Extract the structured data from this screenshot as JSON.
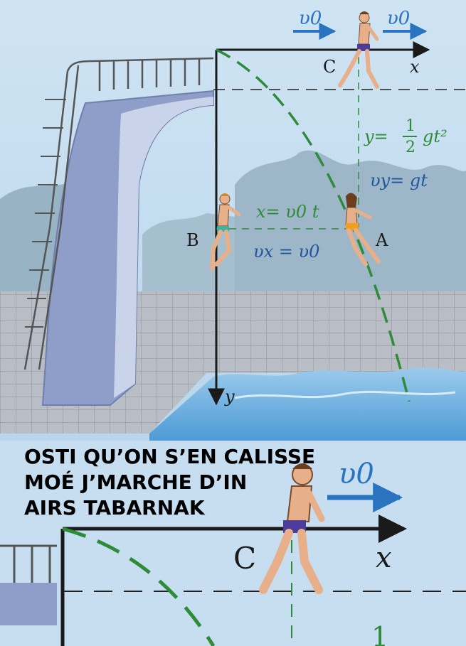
{
  "top_panel": {
    "v0_left": "υ0",
    "v0_right": "υ0",
    "point_c": "C",
    "axis_x": "x",
    "axis_y": "y",
    "point_b": "B",
    "point_a": "A",
    "eq_y_lhs": "y=",
    "eq_y_num": "1",
    "eq_y_den": "2",
    "eq_y_rhs": "gt²",
    "eq_vy": "υy= gt",
    "eq_x": "x= υ0 t",
    "eq_vx": "υx = υ0"
  },
  "caption": {
    "line1": "OSTI QU’ON S’EN CALISSE",
    "line2": "MOÉ J’MARCHE D’IN",
    "line3": "AIRS TABARNAK"
  },
  "bottom_panel": {
    "v0": "υ0",
    "point_c": "C",
    "axis_x": "x",
    "fraction_num": "1"
  },
  "colors": {
    "sky": "#c6def0",
    "velocity_blue": "#2a73bf",
    "equation_blue": "#2255a0",
    "equation_green": "#2e8b3a",
    "trajectory_green": "#2e8b3a",
    "water": "#6fb3df",
    "tower": "#8e9ec8"
  }
}
